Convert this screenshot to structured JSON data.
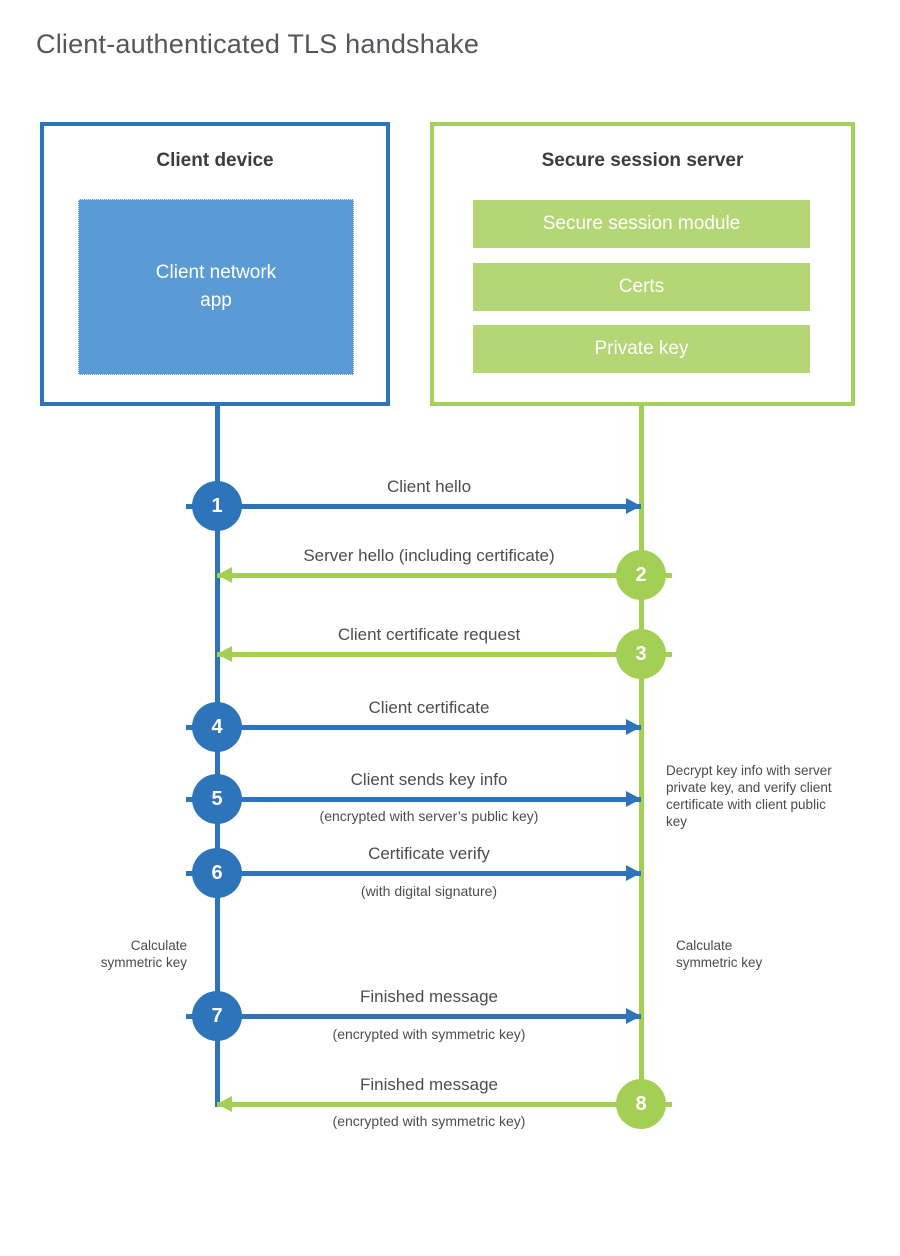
{
  "title": "Client-authenticated TLS handshake",
  "colors": {
    "blue_stroke": "#2d74bb",
    "blue_fill": "#5b9bd5",
    "green_stroke": "#a3cf55",
    "green_fill": "#b4d674",
    "heading_text": "#3b3c3e",
    "label_text": "#4c4d4f",
    "title_text": "#55565b"
  },
  "client": {
    "title": "Client device",
    "app_label": "Client network\napp"
  },
  "server": {
    "title": "Secure session server",
    "modules": [
      "Secure session module",
      "Certs",
      "Private key"
    ]
  },
  "steps": [
    {
      "number": "1",
      "label": "Client hello",
      "sublabel": "",
      "color": "blue",
      "direction": "right"
    },
    {
      "number": "2",
      "label": "Server hello (including certificate)",
      "sublabel": "",
      "color": "green",
      "direction": "left"
    },
    {
      "number": "3",
      "label": "Client certificate request",
      "sublabel": "",
      "color": "green",
      "direction": "left"
    },
    {
      "number": "4",
      "label": "Client certificate",
      "sublabel": "",
      "color": "blue",
      "direction": "right"
    },
    {
      "number": "5",
      "label": "Client sends key info",
      "sublabel": "(encrypted with server’s public key)",
      "color": "blue",
      "direction": "right"
    },
    {
      "number": "6",
      "label": "Certificate verify",
      "sublabel": "(with digital signature)",
      "color": "blue",
      "direction": "right"
    },
    {
      "number": "7",
      "label": "Finished message",
      "sublabel": "(encrypted with symmetric key)",
      "color": "blue",
      "direction": "right"
    },
    {
      "number": "8",
      "label": "Finished message",
      "sublabel": "(encrypted with symmetric key)",
      "color": "green",
      "direction": "left"
    }
  ],
  "notes": {
    "decrypt": "Decrypt key info with server private key, and verify client certificate with client public key",
    "calc_left": "Calculate\nsymmetric key",
    "calc_right": "Calculate\nsymmetric key"
  }
}
